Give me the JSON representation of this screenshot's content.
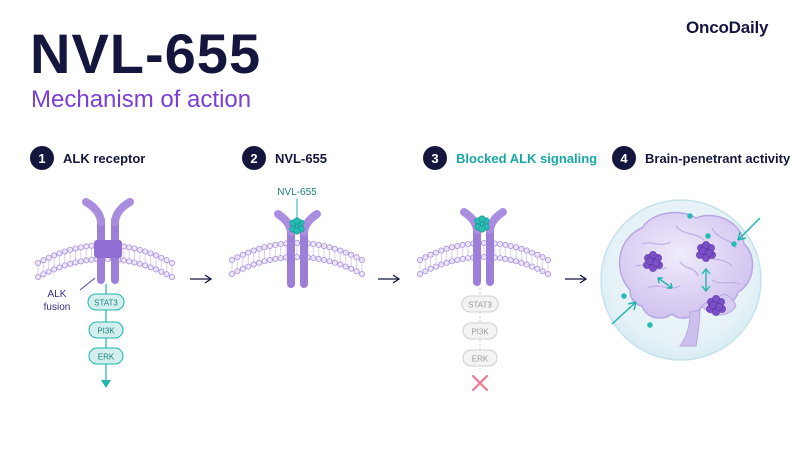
{
  "brand": "OncoDaily",
  "title": "NVL-655",
  "subtitle": "Mechanism of action",
  "steps": [
    {
      "number": "1",
      "label": "ALK receptor"
    },
    {
      "number": "2",
      "label": "NVL-655"
    },
    {
      "number": "3",
      "label": "Blocked ALK signaling"
    },
    {
      "number": "4",
      "label": "Brain-penetrant activity"
    }
  ],
  "panel1": {
    "callout_line1": "ALK",
    "callout_line2": "fusion",
    "pathway": [
      "STAT3",
      "PI3K",
      "ERK"
    ]
  },
  "panel2": {
    "drug_label": "NVL-655"
  },
  "panel3": {
    "pathway": [
      "STAT3",
      "PI3K",
      "ERK"
    ]
  },
  "colors": {
    "navy": "#14163e",
    "purple": "#7b3fd6",
    "receptor": "#a98ee0",
    "teal": "#1fb5ae",
    "inactive": "#c9c9c9",
    "block_x": "#f07a92"
  },
  "icons": {
    "flow_arrow": "right-arrow-icon",
    "blocked": "x-mark-icon"
  }
}
